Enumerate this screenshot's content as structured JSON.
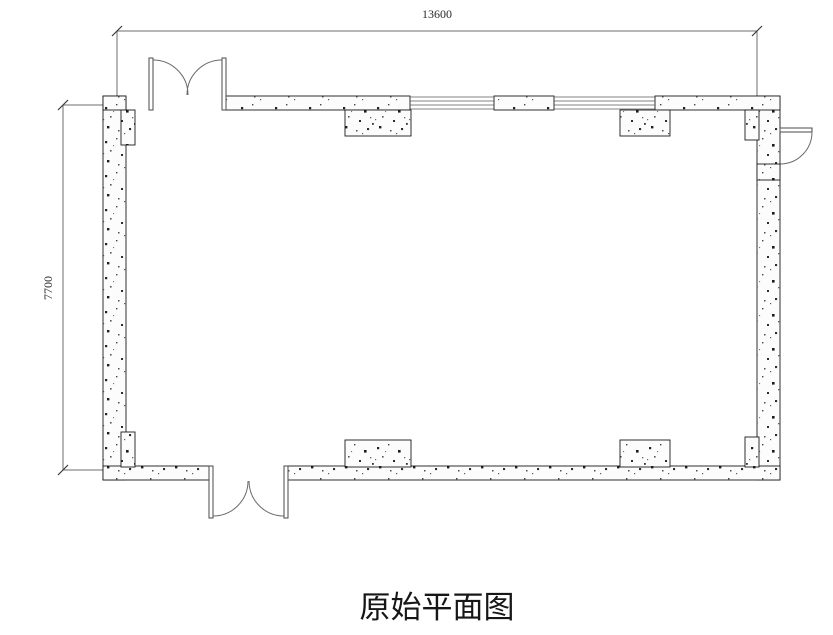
{
  "drawing": {
    "title": "原始平面图",
    "type": "architectural-floor-plan",
    "background_color": "#ffffff",
    "line_color": "#1a1a1a",
    "wall_fill_color": "#fbfbfb",
    "dimension_color": "#6e6e6e"
  },
  "dimensions": {
    "overall_width": {
      "label": "13600",
      "unit": "mm",
      "orientation": "horizontal",
      "position": "top"
    },
    "overall_height": {
      "label": "7700",
      "unit": "mm",
      "orientation": "vertical-rotated",
      "position": "left"
    }
  },
  "features": {
    "top_left_double_door": {
      "name": "double-swing-door",
      "location": "top wall, left",
      "swing": "inward-down",
      "leaves": 2
    },
    "top_window": {
      "name": "strip-window",
      "location": "top wall, right of center",
      "glazing_lines": 3,
      "mullions": 2
    },
    "right_door": {
      "name": "single-swing-door",
      "location": "right wall, upper",
      "swing": "outward",
      "leaves": 1
    },
    "bottom_double_door": {
      "name": "double-swing-door",
      "location": "bottom wall, left of center",
      "swing": "outward-down",
      "leaves": 2
    },
    "pilasters": {
      "name": "structural-columns",
      "count": 8,
      "description": "square piers projecting inward from perimeter walls"
    }
  }
}
